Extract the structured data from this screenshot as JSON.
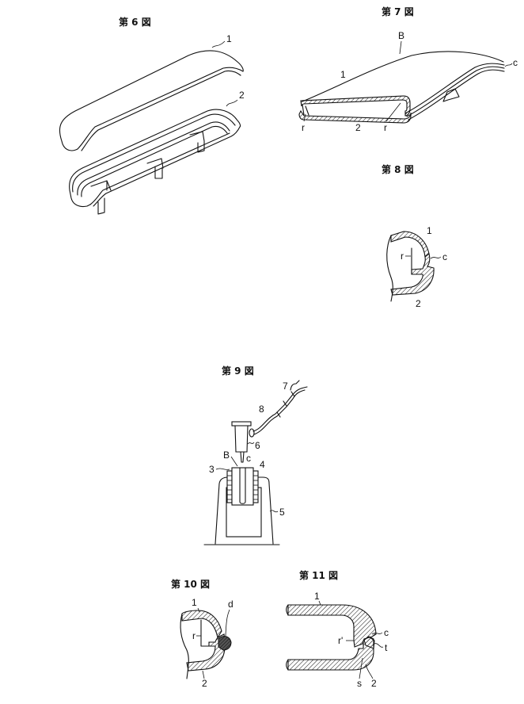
{
  "figures": {
    "fig6": {
      "title": "第 6 図",
      "labels": {
        "lid": "1",
        "frame": "2"
      }
    },
    "fig7": {
      "title": "第 7 図",
      "labels": {
        "assembly": "B",
        "lid": "1",
        "edge": "c",
        "rib_left": "r",
        "base": "2",
        "rib_right": "r"
      }
    },
    "fig8": {
      "title": "第 8 図",
      "labels": {
        "lid": "1",
        "rib": "r",
        "edge": "c",
        "base": "2"
      }
    },
    "fig9": {
      "title": "第 9 図",
      "labels": {
        "line": "7",
        "hose": "8",
        "nozzle": "6",
        "assembly": "B",
        "edge": "c",
        "jig_left": "3",
        "jig_right": "4",
        "stand": "5"
      }
    },
    "fig10": {
      "title": "第 10 図",
      "labels": {
        "lid": "1",
        "rib": "r",
        "bead": "d",
        "base": "2"
      }
    },
    "fig11": {
      "title": "第 11 図",
      "labels": {
        "lid": "1",
        "edge": "c",
        "rib": "r'",
        "tongue": "t",
        "step": "s",
        "base": "2"
      }
    }
  }
}
